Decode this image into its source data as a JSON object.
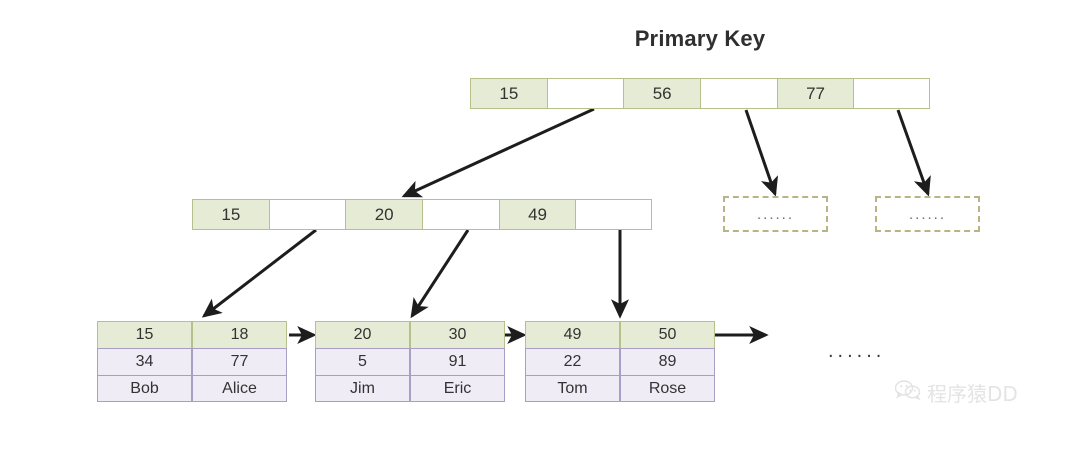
{
  "title": "Primary Key",
  "colors": {
    "index_fill": "#e5ebd4",
    "index_border": "#b5c08a",
    "data_fill": "#efecf6",
    "data_border": "#a99fc4",
    "dashed_border": "#b9b483",
    "arrow": "#1d1d1d",
    "text": "#333333",
    "watermark": "#e2e2e2"
  },
  "root_node": {
    "cells": [
      {
        "value": "15",
        "filled": true
      },
      {
        "value": "",
        "filled": false
      },
      {
        "value": "56",
        "filled": true
      },
      {
        "value": "",
        "filled": false
      },
      {
        "value": "77",
        "filled": true
      },
      {
        "value": "",
        "filled": false
      }
    ]
  },
  "internal_node": {
    "cells": [
      {
        "value": "15",
        "filled": true
      },
      {
        "value": "",
        "filled": false
      },
      {
        "value": "20",
        "filled": true
      },
      {
        "value": "",
        "filled": false
      },
      {
        "value": "49",
        "filled": true
      },
      {
        "value": "",
        "filled": false
      }
    ]
  },
  "leaves": [
    {
      "name": "leaf-1",
      "keys": [
        "15",
        "18"
      ],
      "values": [
        "34",
        "77"
      ],
      "names": [
        "Bob",
        "Alice"
      ]
    },
    {
      "name": "leaf-2",
      "keys": [
        "20",
        "30"
      ],
      "values": [
        "5",
        "91"
      ],
      "names": [
        "Jim",
        "Eric"
      ]
    },
    {
      "name": "leaf-3",
      "keys": [
        "49",
        "50"
      ],
      "values": [
        "22",
        "89"
      ],
      "names": [
        "Tom",
        "Rose"
      ]
    }
  ],
  "placeholders": [
    {
      "label": "......"
    },
    {
      "label": "......"
    }
  ],
  "trailing_ellipsis": "......",
  "watermark": {
    "text": "程序猿DD",
    "icon": "wechat-icon"
  }
}
